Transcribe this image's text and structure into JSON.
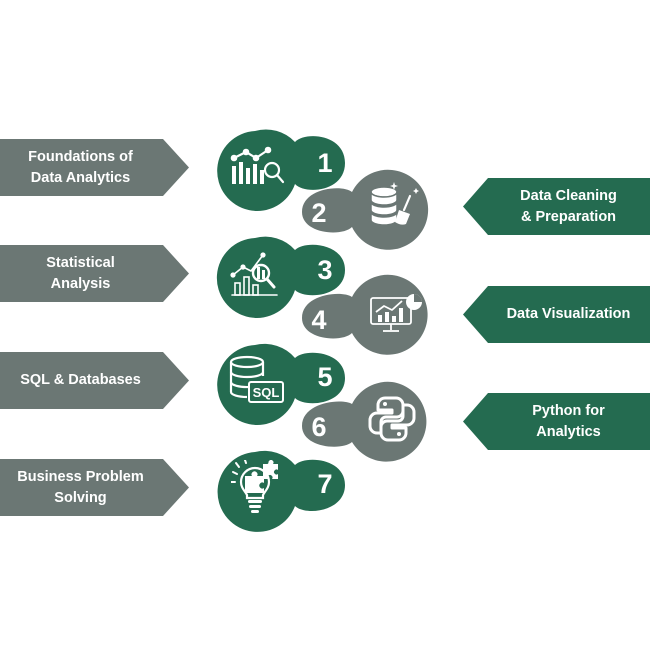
{
  "colors": {
    "dark_green": "#246b50",
    "gray": "#6b7774",
    "white": "#ffffff"
  },
  "steps": [
    {
      "number": "1",
      "label": "Foundations of\nData Analytics",
      "icon": "analytics-chart-magnifier-icon",
      "color": "#246b50"
    },
    {
      "number": "2",
      "label": "Data Cleaning\n& Preparation",
      "icon": "database-broom-icon",
      "color": "#6b7774"
    },
    {
      "number": "3",
      "label": "Statistical\nAnalysis",
      "icon": "statistics-chart-magnifier-icon",
      "color": "#246b50"
    },
    {
      "number": "4",
      "label": "Data Visualization",
      "icon": "monitor-chart-icon",
      "color": "#6b7774"
    },
    {
      "number": "5",
      "label": "SQL & Databases",
      "icon": "sql-database-icon",
      "color": "#246b50"
    },
    {
      "number": "6",
      "label": "Python for\nAnalytics",
      "icon": "python-logo-icon",
      "color": "#6b7774"
    },
    {
      "number": "7",
      "label": "Business Problem\nSolving",
      "icon": "lightbulb-puzzle-icon",
      "color": "#246b50"
    }
  ],
  "icons": {
    "sql_badge": "SQL"
  }
}
